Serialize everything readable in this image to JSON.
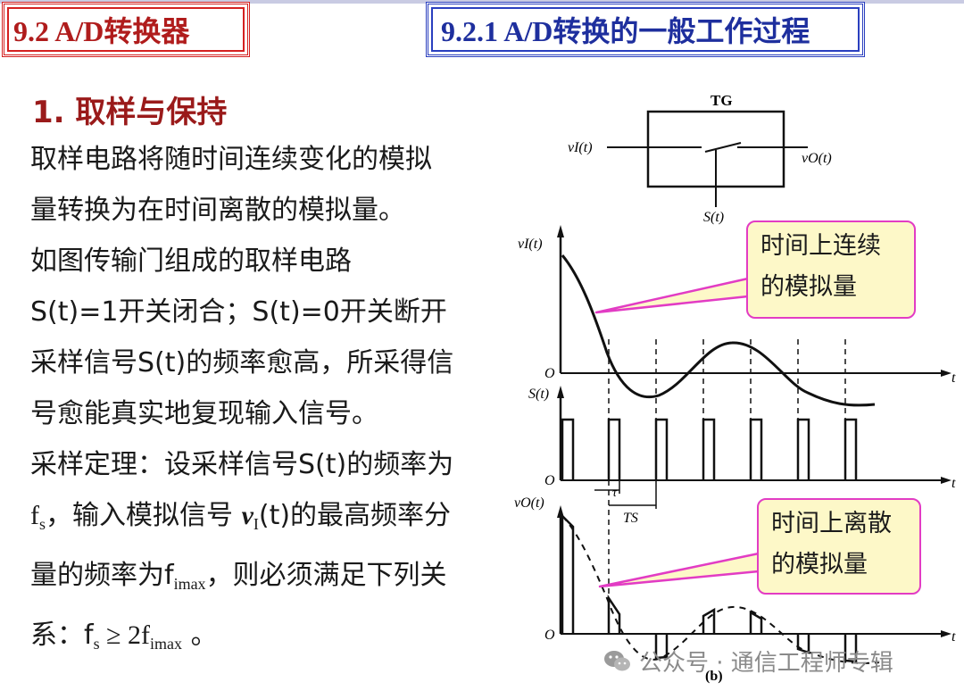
{
  "header": {
    "left_title": "9.2  A/D转换器",
    "right_title": "9.2.1  A/D转换的一般工作过程"
  },
  "section": {
    "title": "1. 取样与保持",
    "lines": [
      "取样电路将随时间连续变化的模拟",
      "量转换为在时间离散的模拟量。",
      "如图传输门组成的取样电路",
      "S(t)=1开关闭合；S(t)=0开关断开",
      "采样信号S(t)的频率愈高，所采得信",
      "号愈能真实地复现输入信号。",
      "采样定理：设采样信号S(t)的频率为"
    ],
    "line8": {
      "a": "f",
      "a_sub": "s",
      "b": "，输入模拟信号 ",
      "c": "v",
      "c_sub": "I",
      "d": "(t)的最高频率分"
    },
    "line9": {
      "a": "量的频率为f",
      "a_sub": "imax",
      "b": "，则必须满足下列关"
    },
    "line10": {
      "a": "系：f",
      "a_sub": "s",
      "b": " ≥ 2f",
      "b_sub": "imax",
      "c": " 。"
    }
  },
  "figure": {
    "tg_label": "TG",
    "vi_label": "vI(t)",
    "vo_label": "vO(t)",
    "s_label": "S(t)",
    "plot1_y": "vI(t)",
    "plot2_y": "S(t)",
    "plot3_y": "vO(t)",
    "origin": "O",
    "t_axis": "t",
    "tau": "τ",
    "ts": "TS",
    "caption": "(b)"
  },
  "callouts": {
    "continuous": [
      "时间上连续",
      "的模拟量"
    ],
    "discrete": [
      "时间上离散",
      "的模拟量"
    ]
  },
  "watermark": "公众号 · 通信工程师专辑"
}
